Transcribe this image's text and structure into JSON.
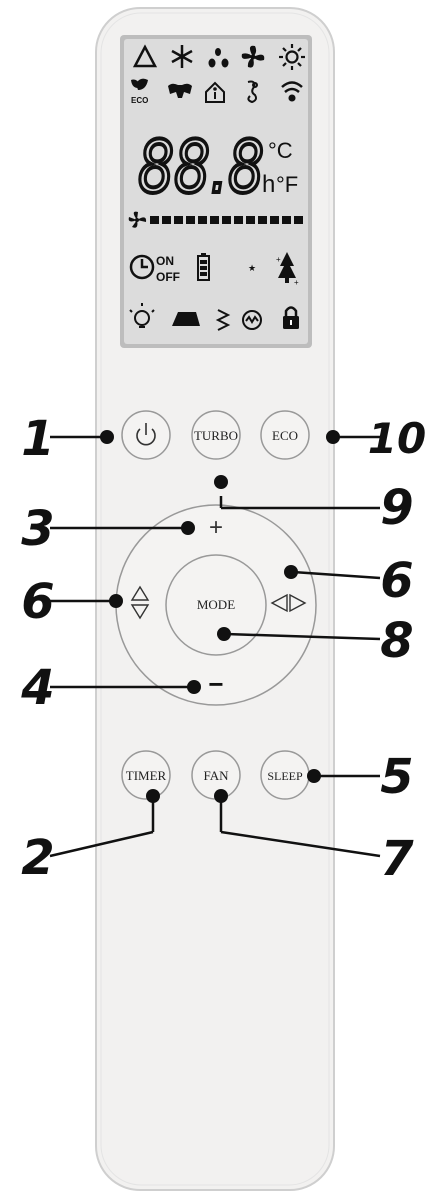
{
  "display": {
    "digits": "88.8",
    "unit_c": "°C",
    "unit_h": "h",
    "unit_f": "°F",
    "timer_on": "ON",
    "timer_off": "OFF",
    "eco_icon_text": "ECO",
    "icons": [
      "auto-mode-icon",
      "cool-snowflake-icon",
      "dry-drops-icon",
      "fan-icon",
      "heat-sun-icon",
      "eco-leaf-icon",
      "turbo-icon",
      "i-feel-icon",
      "health-icon",
      "wifi-icon",
      "fan-speed-icon",
      "timer-clock-icon",
      "battery-icon",
      "sleep-moon-icon",
      "plasma-tree-icon",
      "light-bulb-icon",
      "swing-icon",
      "vertical-swing-icon",
      "ionizer-icon",
      "lock-icon"
    ]
  },
  "buttons": {
    "turbo": "TURBO",
    "eco": "ECO",
    "mode": "MODE",
    "timer": "TIMER",
    "fan": "FAN",
    "sleep": "SLEEP",
    "plus": "+",
    "minus": "−"
  },
  "callouts": {
    "c1": "1",
    "c2": "2",
    "c3": "3",
    "c4": "4",
    "c5": "5",
    "c6a": "6",
    "c6b": "6",
    "c7": "7",
    "c8": "8",
    "c9": "9",
    "c10": "10"
  },
  "colors": {
    "body": "#f0efee",
    "lcd": "#dcdcdc",
    "ink": "#111111"
  }
}
